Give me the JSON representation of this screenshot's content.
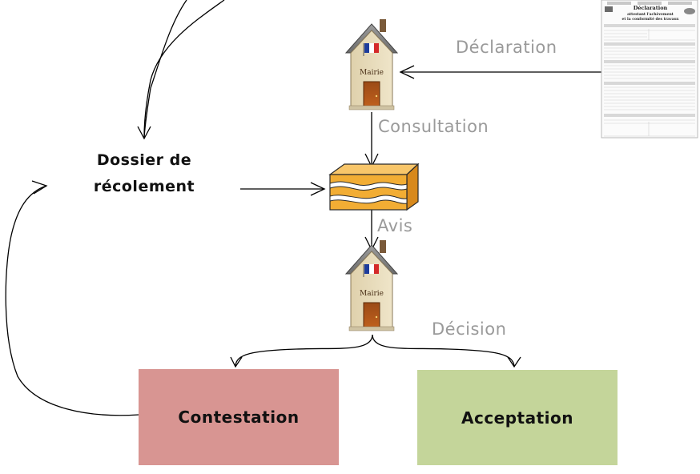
{
  "diagram": {
    "dossier_title_line1": "Dossier de",
    "dossier_title_line2": "récolement",
    "edge_declaration": "Déclaration",
    "edge_consultation": "Consultation",
    "edge_avis": "Avis",
    "edge_decision": "Décision",
    "town_hall_sign": "Mairie",
    "node_contestation": "Contestation",
    "node_acceptation": "Acceptation",
    "form_title_line1": "Déclaration",
    "form_title_line2": "attestant l'achèvement",
    "form_title_line3": "et la conformité des travaux"
  },
  "colors": {
    "contestation_fill": "#d89592",
    "acceptation_fill": "#c4d59a",
    "label_gray": "#9a9a9a",
    "stack_orange": "#f2ad34"
  },
  "icons": [
    "town-hall-icon",
    "french-flag-icon",
    "layered-stack-icon",
    "declaration-form-icon"
  ]
}
